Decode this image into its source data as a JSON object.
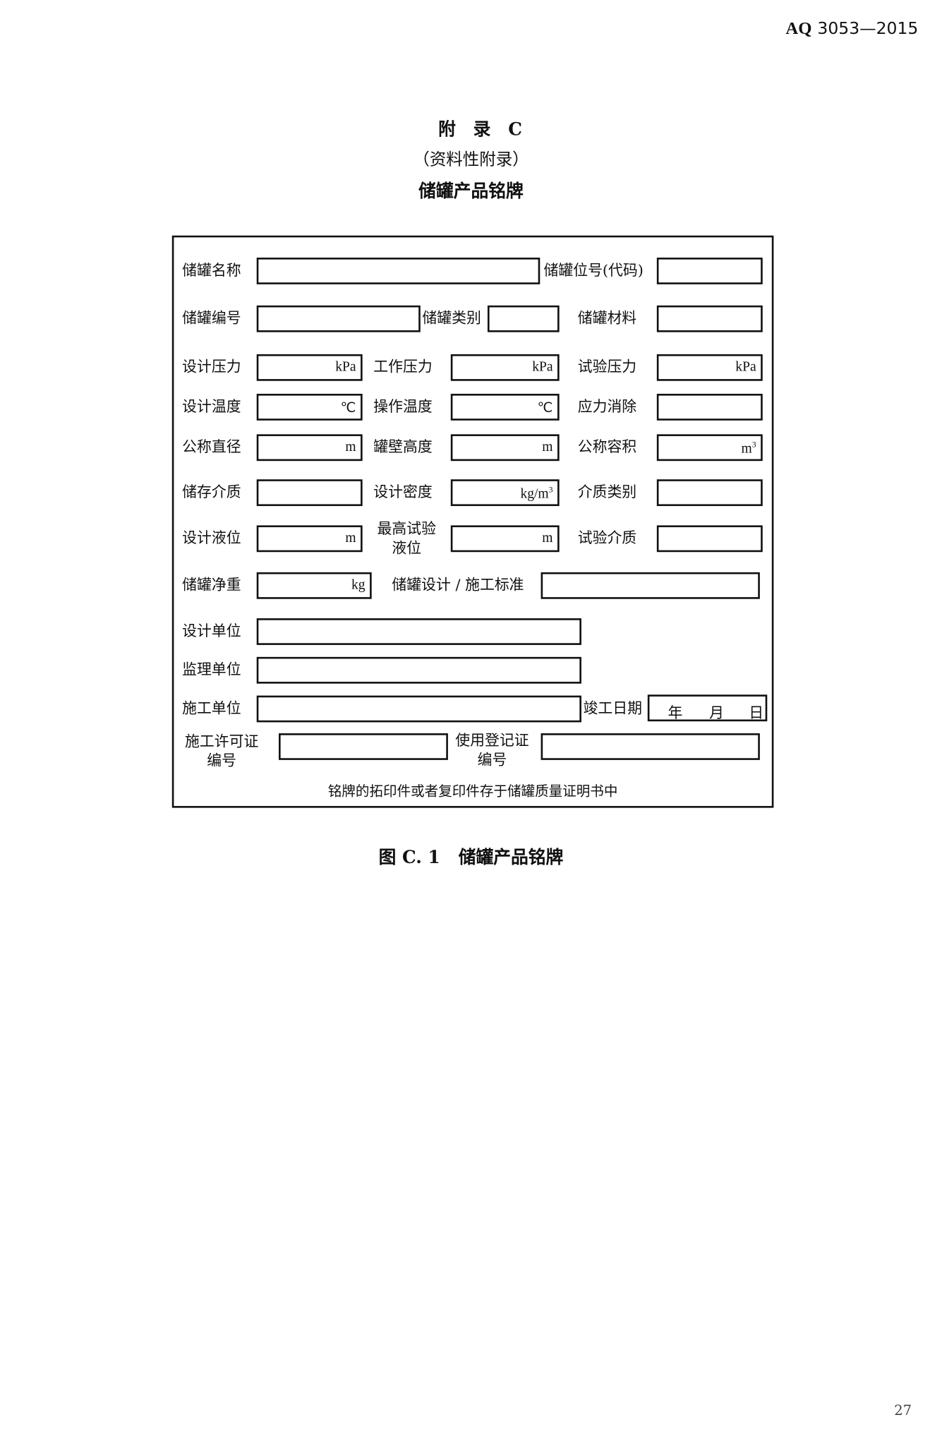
{
  "header": {
    "std_code": "AQ",
    "std_number": "3053—2015"
  },
  "title": {
    "appendix": "附　录　C",
    "type": "（资料性附录）",
    "name": "储罐产品铭牌"
  },
  "form": {
    "tank_name": "储罐名称",
    "tank_tag": "储罐位号(代码)",
    "tank_number": "储罐编号",
    "tank_category": "储罐类别",
    "tank_material": "储罐材料",
    "design_pressure": "设计压力",
    "working_pressure": "工作压力",
    "test_pressure": "试验压力",
    "design_temp": "设计温度",
    "operating_temp": "操作温度",
    "stress_relief": "应力消除",
    "nominal_diameter": "公称直径",
    "wall_height": "罐壁高度",
    "nominal_volume": "公称容积",
    "stored_medium": "储存介质",
    "design_density": "设计密度",
    "medium_category": "介质类别",
    "design_level": "设计液位",
    "max_test_level_1": "最高试验",
    "max_test_level_2": "液位",
    "test_medium": "试验介质",
    "net_weight": "储罐净重",
    "design_standard": "储罐设计 / 施工标准",
    "design_unit": "设计单位",
    "supervision_unit": "监理单位",
    "construction_unit": "施工单位",
    "completion_date": "竣工日期",
    "date_year": "年",
    "date_month": "月",
    "date_day": "日",
    "permit_1": "施工许可证",
    "permit_2": "编号",
    "registration_1": "使用登记证",
    "registration_2": "编号",
    "footnote": "铭牌的拓印件或者复印件存于储罐质量证明书中",
    "units": {
      "kpa": "kPa",
      "celsius": "℃",
      "m": "m",
      "m3": "m",
      "m3_sup": "3",
      "kgm3": "kg/m",
      "kg": "kg"
    }
  },
  "caption": {
    "label": "图 C. 1",
    "title": "储罐产品铭牌"
  },
  "page_number": "27"
}
